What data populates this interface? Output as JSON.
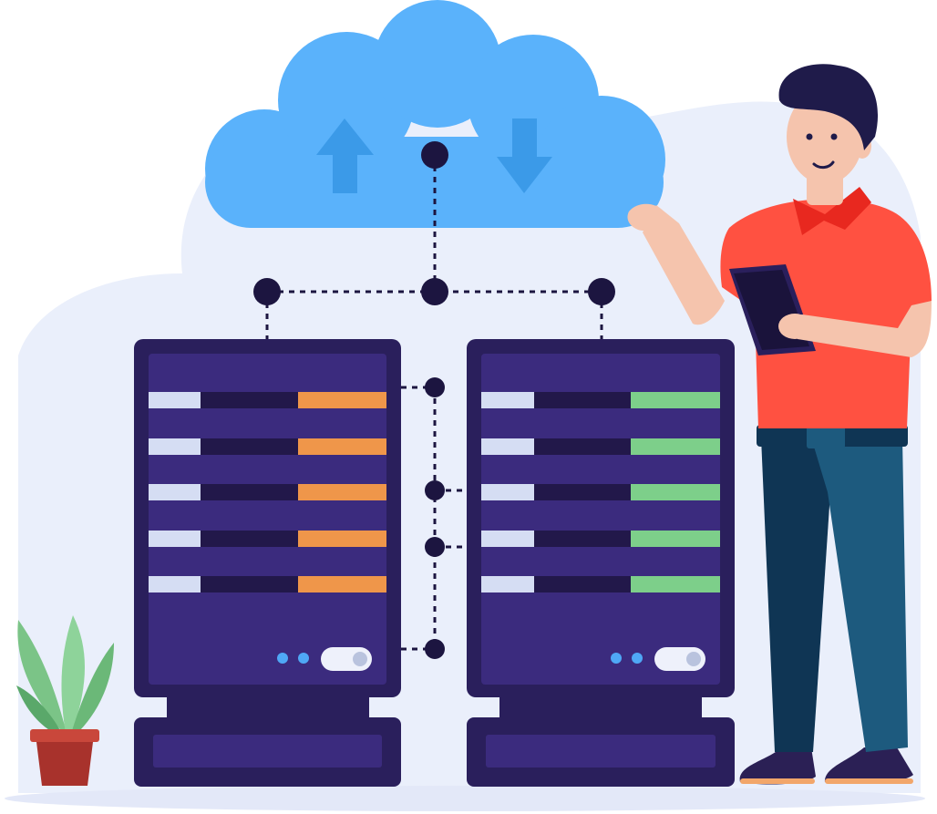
{
  "illustration": {
    "subject": "cloud-server-admin",
    "icons": {
      "cloud": "cloud-icon",
      "upload": "upload-arrow-icon",
      "download": "download-arrow-icon",
      "tablet": "tablet-icon",
      "plant": "potted-plant-icon"
    },
    "colors": {
      "backdrop": "#eaeffb",
      "cloud": "#5ab2fb",
      "cloud_arrow": "#3b9ae8",
      "node": "#1c1540",
      "server_frame": "#2a1f5c",
      "server_panel": "#3b2b7e",
      "server_slot": "#22184a",
      "slot_light": "#d5ddf3",
      "left_status": "#ef964a",
      "right_status": "#7dcf8a",
      "led": "#4fa8f6",
      "shirt": "#ff5141",
      "collar": "#e8281f",
      "skin": "#f5c4ad",
      "hair": "#1f1b4a",
      "pants_dark": "#0f3554",
      "pants_light": "#1d5a7e",
      "shoe": "#2b2055",
      "plant_leaf": "#7bc487",
      "pot": "#a8322c"
    },
    "servers": [
      {
        "position": "left",
        "slots": 5,
        "status_color": "#ef964a"
      },
      {
        "position": "right",
        "slots": 5,
        "status_color": "#7dcf8a"
      }
    ]
  }
}
